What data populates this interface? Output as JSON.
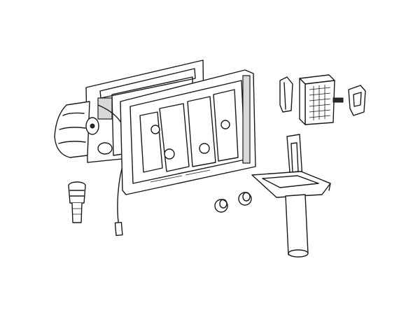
{
  "colors": {
    "line": "#1a1a1a",
    "background": "#ffffff",
    "shade": "#d8d8d8"
  },
  "parts": [
    "mounting-frame-rear",
    "actuator-frame-front",
    "pneumatic-actuator",
    "cable",
    "valve-adapter",
    "caps",
    "clips",
    "filter-cartridge",
    "holder-bracket",
    "measuring-tool"
  ]
}
